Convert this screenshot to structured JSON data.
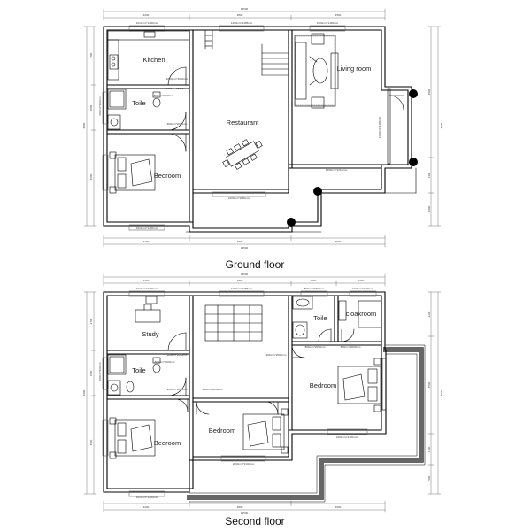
{
  "floors": [
    {
      "title": "Ground floor",
      "rooms": [
        {
          "key": "kitchen",
          "label": "Kitchen"
        },
        {
          "key": "toile",
          "label": "Toile"
        },
        {
          "key": "restaurant",
          "label": "Restaurant"
        },
        {
          "key": "living",
          "label": "Living room"
        },
        {
          "key": "bedroom",
          "label": "Bedroom"
        }
      ],
      "dimensions": {
        "top_total": "13500",
        "top_segments": [
          "4200",
          "4800",
          "4500"
        ],
        "bottom_segments": [
          "4200",
          "4800",
          "4500"
        ],
        "bottom_total": "13500",
        "left_segments": [
          "2700",
          "1500",
          "4500"
        ],
        "left_total": "8600",
        "right_segments": [
          "4500",
          "1490",
          "1800"
        ],
        "right_total": "8600",
        "window_kitchen": "1010mm*1490mm",
        "window_stair": "1490mm*1485mm",
        "window_living": "1500mm*1490mm",
        "window_bedroom": "1510mm*1490mm",
        "window_rest": "2400mm*2080mm",
        "window_living_side": "1800mm*1210mm",
        "door_kitchen": "1010mm*2000mm",
        "door_toile": "800mm*2000mm",
        "door_bed": "900mm*2000mm",
        "door_living": "1800mm*2000mm",
        "toile_window": "600mm*960mm",
        "front_door": "1200mm*2400mm"
      }
    },
    {
      "title": "Second floor",
      "rooms": [
        {
          "key": "study",
          "label": "Study"
        },
        {
          "key": "toile",
          "label": "Toile"
        },
        {
          "key": "toile2",
          "label": "Toile"
        },
        {
          "key": "cloakroom",
          "label": "cloakroom"
        },
        {
          "key": "bedroom_master",
          "label": "Bedroom"
        },
        {
          "key": "bedroom_mid",
          "label": "Bedroom"
        },
        {
          "key": "bedroom_left",
          "label": "Bedroom"
        }
      ],
      "dimensions": {
        "top_total": "13500",
        "top_segments": [
          "4200",
          "4800",
          "2200",
          "2300"
        ],
        "bottom_segments": [
          "4200",
          "4800",
          "4500"
        ],
        "bottom_total": "13500",
        "left_segments": [
          "2700",
          "1500",
          "4500"
        ],
        "left_total": "8600",
        "right_segments": [
          "2200",
          "4500",
          "1490",
          "1500"
        ],
        "right_total": "8600",
        "window_study": "1010mm*1490mm",
        "window_stair": "1490mm*1485mm",
        "window_toile2": "800mm*1800mm",
        "window_cloak": "1200mm*1200mm",
        "door_toile2": "800mm*2000mm",
        "door_cloak": "800mm*2000mm",
        "door_study": "900mm*2000mm",
        "door_toile": "800mm*2000mm",
        "door_bed_left": "900mm*2000mm",
        "door_bed_mid": "900mm*2000mm",
        "door_master": "900mm*2000mm",
        "toile_window": "600mm*960mm",
        "window_master": "2400mm*2100mm",
        "window_mid": "2000mm*2100mm",
        "window_left": "1510mm*1490mm"
      }
    }
  ]
}
